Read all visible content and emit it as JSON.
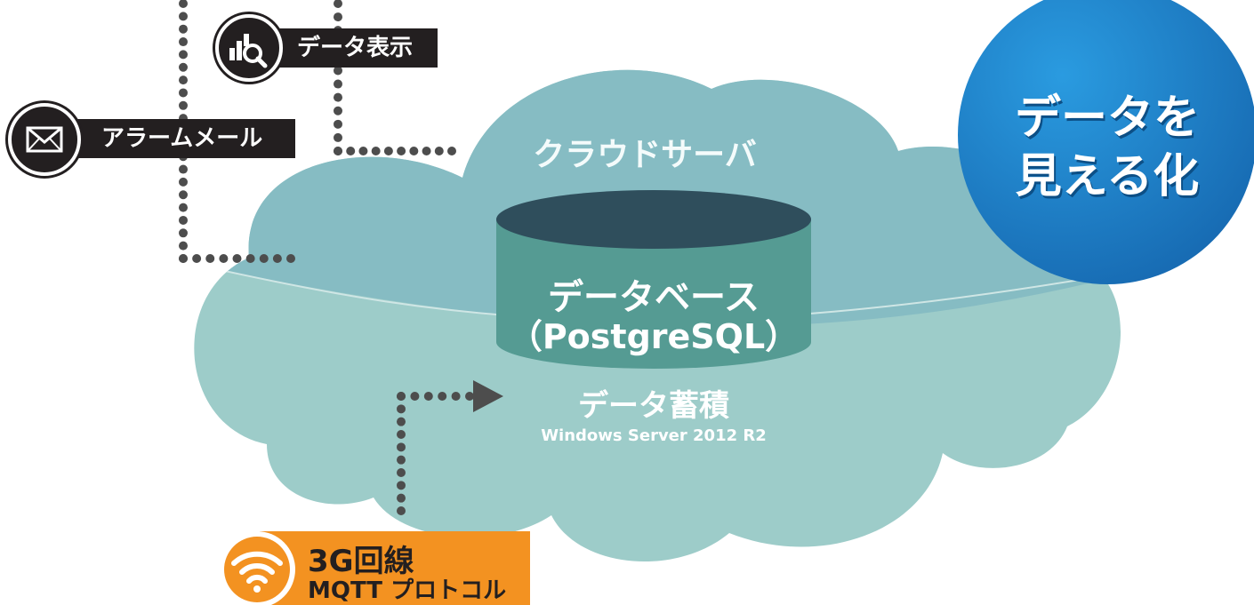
{
  "cloud": {
    "title": "クラウドサーバ",
    "db_name": "データベース",
    "db_sub": "（PostgreSQL）",
    "storage_label": "データ蓄積",
    "os_label": "Windows Server 2012 R2"
  },
  "badge": {
    "line1": "データを",
    "line2": "見える化"
  },
  "features": {
    "data_display": "データ表示",
    "alarm_mail": "アラームメール"
  },
  "network": {
    "line1": "3G回線",
    "line2": "MQTT プロトコル"
  },
  "colors": {
    "cloud": "#9ac9c8",
    "cloud_top": "#8bbec4",
    "db_top": "#2f4e5c",
    "db_body": "#559b93",
    "badge": "#1a7cc4",
    "dark": "#231f20",
    "orange": "#f39221",
    "dots": "#4d4d4d"
  },
  "icons": {
    "data_display": "chart-magnifier-icon",
    "alarm_mail": "envelope-icon",
    "network": "wifi-icon"
  }
}
